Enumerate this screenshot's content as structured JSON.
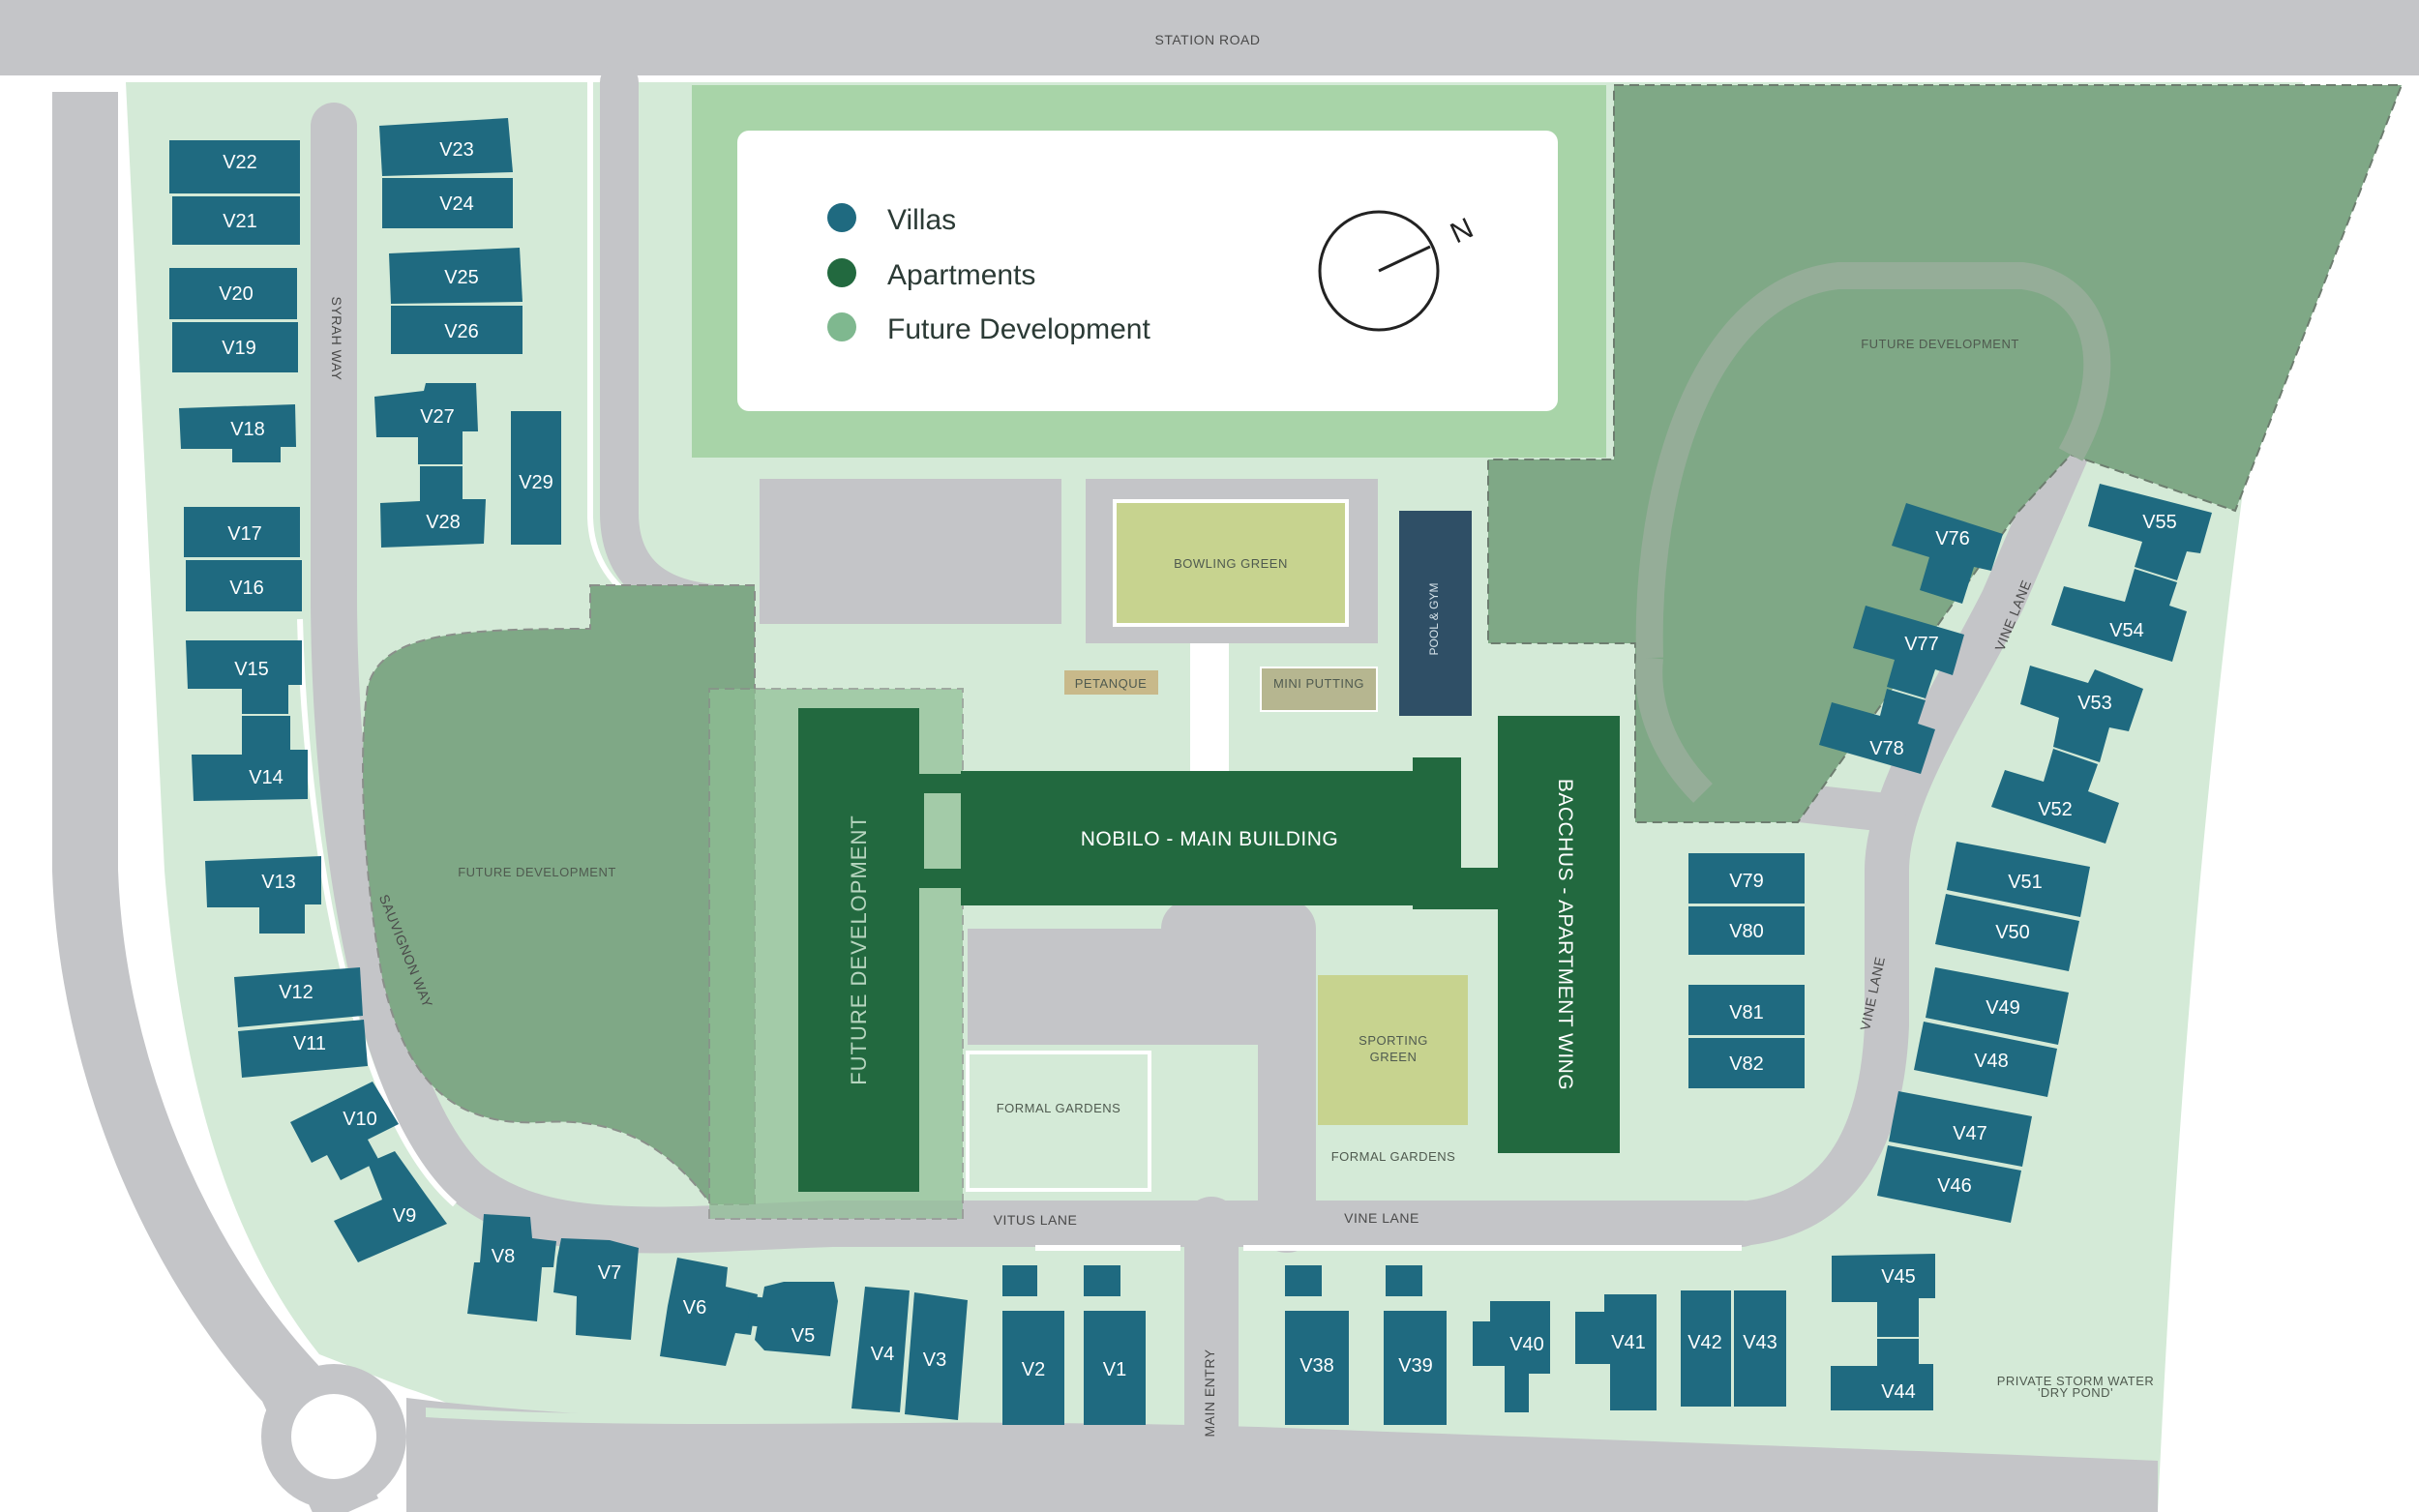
{
  "roads": {
    "station_road": "STATION ROAD",
    "syrah_way": "SYRAH WAY",
    "sauvignon_way": "SAUVIGNON WAY",
    "vitus_lane": "VITUS LANE",
    "vine_lane_south": "VINE LANE",
    "vine_lane_east": "VINE LANE",
    "vine_lane_north": "VINE LANE",
    "main_entry": "MAIN ENTRY"
  },
  "legend": {
    "items": [
      {
        "label": "Villas",
        "color": "#1f6a80"
      },
      {
        "label": "Apartments",
        "color": "#22693f"
      },
      {
        "label": "Future Development",
        "color": "#7fb88f"
      }
    ],
    "compass": "N"
  },
  "areas": {
    "future_dev_west": "FUTURE DEVELOPMENT",
    "future_dev_center": "FUTURE DEVELOPMENT",
    "future_dev_ne": "FUTURE DEVELOPMENT",
    "main_building": "NOBILO - MAIN BUILDING",
    "apartment_wing": "BACCHUS - APARTMENT WING",
    "bowling_green": "BOWLING GREEN",
    "petanque": "PETANQUE",
    "mini_putting": "MINI PUTTING",
    "pool_gym": "POOL & GYM",
    "sporting_green_1": "SPORTING",
    "sporting_green_2": "GREEN",
    "formal_gardens_west": "FORMAL GARDENS",
    "formal_gardens_east": "FORMAL GARDENS",
    "storm_water_1": "PRIVATE STORM WATER",
    "storm_water_2": "'DRY POND'"
  },
  "villas": {
    "v1": "V1",
    "v2": "V2",
    "v3": "V3",
    "v4": "V4",
    "v5": "V5",
    "v6": "V6",
    "v7": "V7",
    "v8": "V8",
    "v9": "V9",
    "v10": "V10",
    "v11": "V11",
    "v12": "V12",
    "v13": "V13",
    "v14": "V14",
    "v15": "V15",
    "v16": "V16",
    "v17": "V17",
    "v18": "V18",
    "v19": "V19",
    "v20": "V20",
    "v21": "V21",
    "v22": "V22",
    "v23": "V23",
    "v24": "V24",
    "v25": "V25",
    "v26": "V26",
    "v27": "V27",
    "v28": "V28",
    "v29": "V29",
    "v38": "V38",
    "v39": "V39",
    "v40": "V40",
    "v41": "V41",
    "v42": "V42",
    "v43": "V43",
    "v44": "V44",
    "v45": "V45",
    "v46": "V46",
    "v47": "V47",
    "v48": "V48",
    "v49": "V49",
    "v50": "V50",
    "v51": "V51",
    "v52": "V52",
    "v53": "V53",
    "v54": "V54",
    "v55": "V55",
    "v76": "V76",
    "v77": "V77",
    "v78": "V78",
    "v79": "V79",
    "v80": "V80",
    "v81": "V81",
    "v82": "V82"
  },
  "colors": {
    "villa": "#1f6a80",
    "apartment": "#22693f",
    "future_dev": "#7fb88f",
    "site_green": "#d4ead7",
    "road": "#c4c5c8"
  }
}
